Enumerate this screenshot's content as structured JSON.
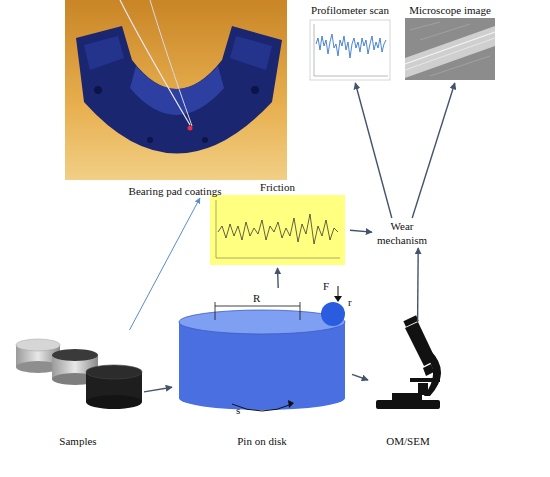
{
  "diagram": {
    "nodes": [
      {
        "text": [
          "Bearing pad coatings"
        ]
      },
      {
        "text": [
          "Profilometer scan"
        ]
      },
      {
        "text": [
          "Microscope image"
        ]
      },
      {
        "text": [
          "Friction"
        ]
      },
      {
        "text": [
          "Wear mechanism"
        ]
      },
      {
        "text": [
          "Samples"
        ]
      },
      {
        "text": [
          "Pin on disk"
        ]
      },
      {
        "text": [
          "OM/SEM"
        ]
      }
    ],
    "edges": [
      {
        "from": 5,
        "to": 6,
        "arrow": "to"
      },
      {
        "from": 6,
        "to": 7,
        "arrow": "to"
      },
      {
        "from": 5,
        "to": 0,
        "arrow": "to"
      },
      {
        "from": 6,
        "to": 3,
        "arrow": "to"
      },
      {
        "from": 3,
        "to": 4,
        "arrow": "to"
      },
      {
        "from": 7,
        "to": 4,
        "arrow": "to"
      },
      {
        "from": 4,
        "to": 1,
        "arrow": "to"
      },
      {
        "from": 4,
        "to": 2,
        "arrow": "to"
      }
    ],
    "labels": [
      "R",
      "F",
      "r",
      "s"
    ]
  }
}
